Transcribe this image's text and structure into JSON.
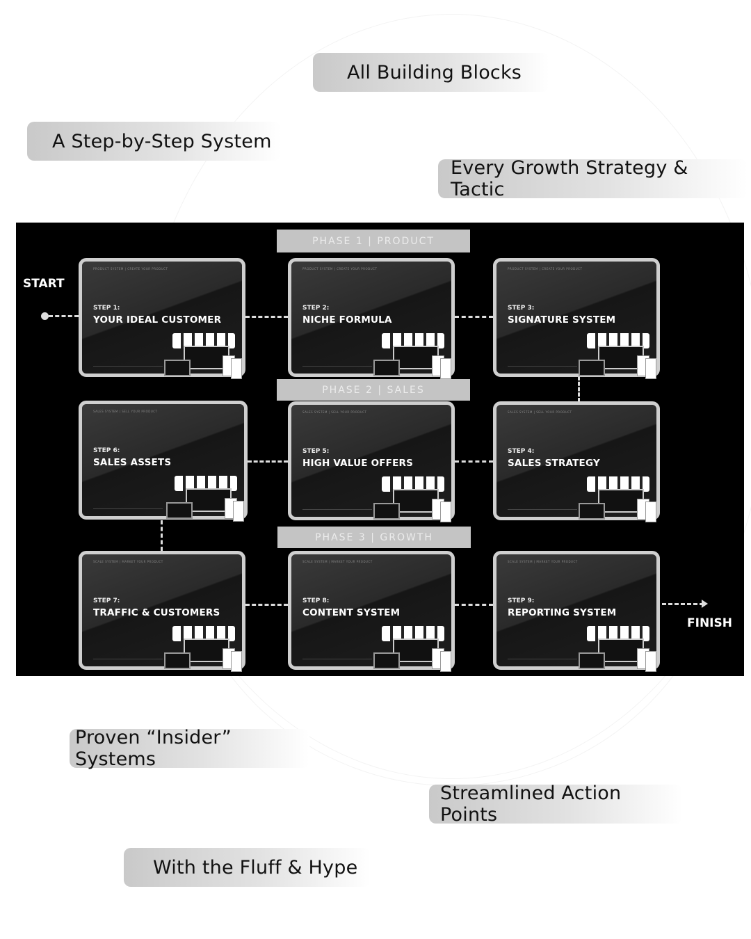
{
  "pills": [
    "All Building Blocks",
    "A Step-by-Step System",
    "Every Growth Strategy & Tactic",
    "Proven “Insider” Systems",
    "Streamlined Action Points",
    "With the Fluff & Hype"
  ],
  "roadmap": {
    "start_label": "START",
    "finish_label": "FINISH",
    "phases": [
      "PHASE 1 | PRODUCT",
      "PHASE 2 | SALES",
      "PHASE 3 | GROWTH"
    ],
    "steps": [
      {
        "step": "STEP 1:",
        "title": "YOUR IDEAL CUSTOMER",
        "header": "PRODUCT SYSTEM | CREATE YOUR PRODUCT"
      },
      {
        "step": "STEP 2:",
        "title": "NICHE FORMULA",
        "header": "PRODUCT SYSTEM | CREATE YOUR PRODUCT"
      },
      {
        "step": "STEP 3:",
        "title": "SIGNATURE SYSTEM",
        "header": "PRODUCT SYSTEM | CREATE YOUR PRODUCT"
      },
      {
        "step": "STEP 4:",
        "title": "SALES STRATEGY",
        "header": "SALES SYSTEM | SELL YOUR PRODUCT"
      },
      {
        "step": "STEP 5:",
        "title": "HIGH VALUE OFFERS",
        "header": "SALES SYSTEM | SELL YOUR PRODUCT"
      },
      {
        "step": "STEP 6:",
        "title": "SALES ASSETS",
        "header": "SALES SYSTEM | SELL YOUR PRODUCT"
      },
      {
        "step": "STEP 7:",
        "title": "TRAFFIC & CUSTOMERS",
        "header": "SCALE SYSTEM | MARKET YOUR PRODUCT"
      },
      {
        "step": "STEP 8:",
        "title": "CONTENT SYSTEM",
        "header": "SCALE SYSTEM | MARKET YOUR PRODUCT"
      },
      {
        "step": "STEP 9:",
        "title": "REPORTING SYSTEM",
        "header": "SCALE SYSTEM | MARKET YOUR PRODUCT"
      }
    ]
  }
}
